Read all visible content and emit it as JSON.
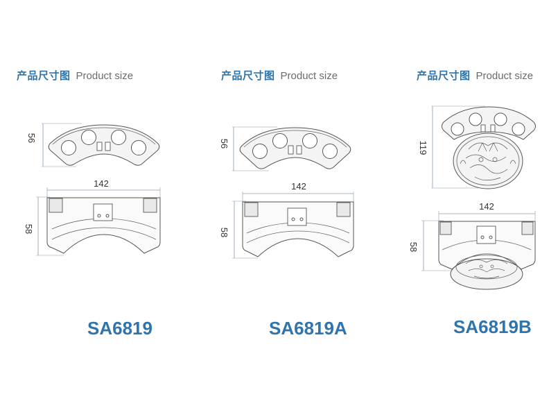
{
  "panels": [
    {
      "heading_cn": "产品尺寸图",
      "heading_en": "Product size",
      "model": "SA6819",
      "top_dim_height": "56",
      "front_dim_width": "142",
      "front_dim_height": "58"
    },
    {
      "heading_cn": "产品尺寸图",
      "heading_en": "Product size",
      "model": "SA6819A",
      "top_dim_height": "56",
      "front_dim_width": "142",
      "front_dim_height": "58"
    },
    {
      "heading_cn": "产品尺寸图",
      "heading_en": "Product size",
      "model": "SA6819B",
      "top_dim_height": "119",
      "front_dim_width": "142",
      "front_dim_height": "58"
    }
  ]
}
